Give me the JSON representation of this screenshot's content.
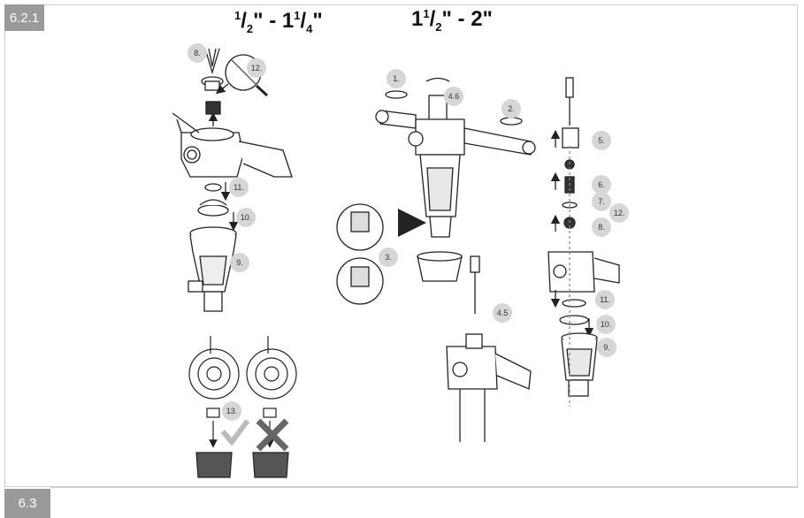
{
  "sections": {
    "top_tag": "6.2.1",
    "bottom_tag": "6.3"
  },
  "headings": {
    "left": {
      "whole": "",
      "num": "1",
      "den": "2",
      "sep": "\" - 1",
      "num2": "1",
      "den2": "4",
      "end": "\""
    },
    "right": {
      "whole": "1",
      "num": "1",
      "den": "2",
      "end": "\" - 2\""
    }
  },
  "callouts": {
    "left": [
      "8.",
      "12.",
      "11.",
      "10.",
      "9.",
      "13."
    ],
    "middle": [
      "1.",
      "4.6",
      "2.",
      "3.",
      "4.5"
    ],
    "right": [
      "5.",
      "6.",
      "7.",
      "12.",
      "8.",
      "11.",
      "10.",
      "9."
    ]
  },
  "colors": {
    "tag_bg": "#9a9a9a",
    "callout_bg": "#d6d6d6",
    "line": "#222222"
  },
  "icons": [
    "check-mark-icon",
    "cross-mark-icon",
    "arrow-icon",
    "screwdriver-icon",
    "bucket-icon"
  ]
}
